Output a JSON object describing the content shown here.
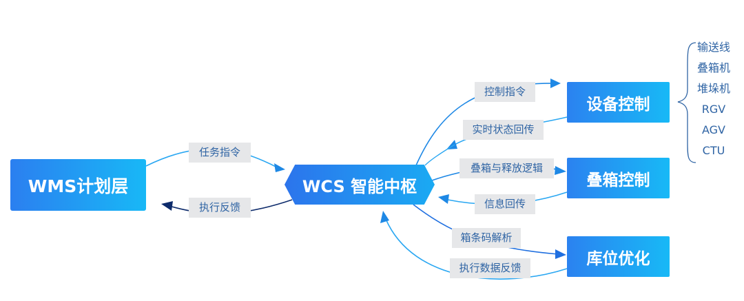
{
  "nodes": {
    "wms": "WMS计划层",
    "wcs": "WCS 智能中枢",
    "device_control": "设备控制",
    "stack_control": "叠箱控制",
    "slot_optimize": "库位优化"
  },
  "edge_labels": {
    "task_command": "任务指令",
    "exec_feedback": "执行反馈",
    "control_command": "控制指令",
    "realtime_status": "实时状态回传",
    "stack_release_logic": "叠箱与释放逻辑",
    "info_return": "信息回传",
    "barcode_parse": "箱条码解析",
    "exec_data_feedback": "执行数据反馈"
  },
  "equipment": [
    "输送线",
    "叠箱机",
    "堆垛机",
    "RGV",
    "AGV",
    "CTU"
  ],
  "colors": {
    "accent_blue": "#1e88e5",
    "light_blue": "#29b6f6",
    "dark_navy": "#0d2b6b",
    "label_text": "#2f64a4",
    "tag_bg": "#e6e7e9"
  }
}
